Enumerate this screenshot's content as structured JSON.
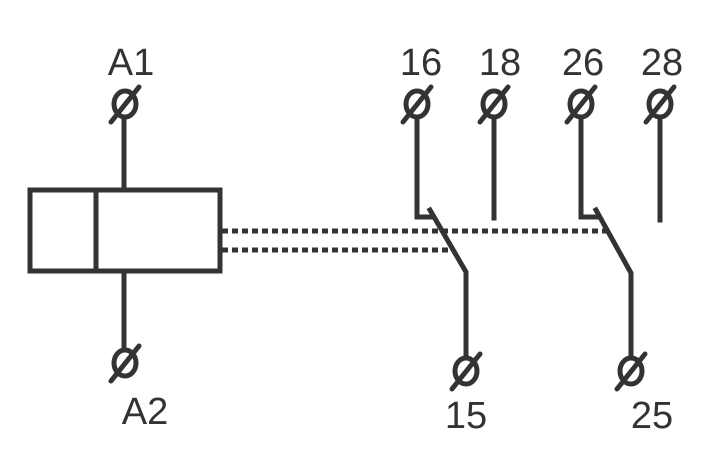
{
  "labels": {
    "a1": "A1",
    "a2": "A2",
    "t15": "15",
    "t16": "16",
    "t18": "18",
    "t25": "25",
    "t26": "26",
    "t28": "28"
  },
  "colors": {
    "stroke": "#333333",
    "background": "#ffffff"
  }
}
